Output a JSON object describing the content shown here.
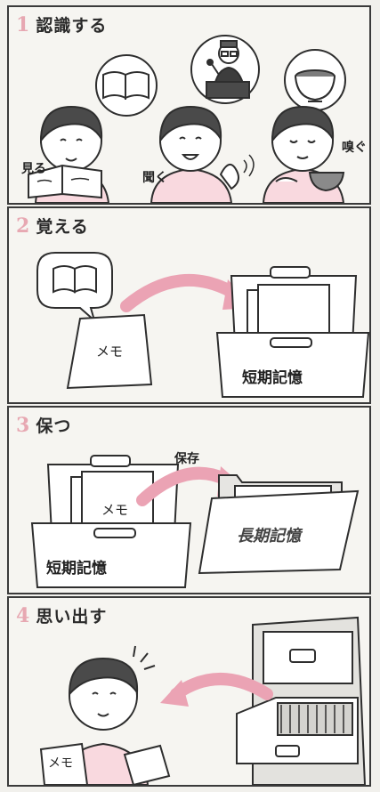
{
  "panels": [
    {
      "number": "1",
      "title": "認識する",
      "labels": {
        "see": "見る",
        "hear": "聞く",
        "smell": "嗅ぐ"
      }
    },
    {
      "number": "2",
      "title": "覚える",
      "labels": {
        "memo": "メモ",
        "short_term": "短期記憶"
      }
    },
    {
      "number": "3",
      "title": "保つ",
      "labels": {
        "save": "保存",
        "memo": "メモ",
        "short_term": "短期記憶",
        "long_term": "長期記憶"
      }
    },
    {
      "number": "4",
      "title": "思い出す",
      "labels": {
        "memo": "メモ"
      }
    }
  ],
  "colors": {
    "accent_pink": "#eba3b4",
    "line": "#2e2e2e",
    "paper": "#f6f5f1",
    "gray": "#d9d9d6"
  }
}
